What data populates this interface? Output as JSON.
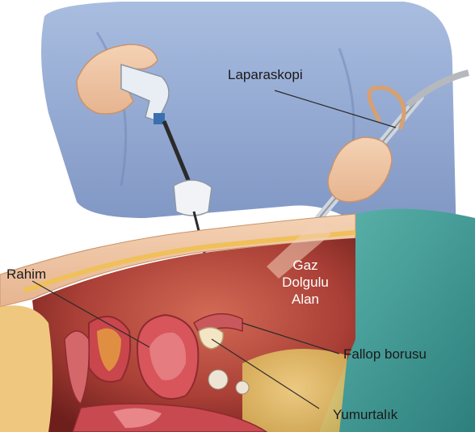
{
  "labels": {
    "laparoscope": "Laparaskopi",
    "uterus": "Rahim",
    "gas_area": [
      "Gaz",
      "Dolgulu",
      "Alan"
    ],
    "fallopian_tube": "Fallop borusu",
    "ovary": "Yumurtalık"
  },
  "colors": {
    "gown": "#8fa6cf",
    "skin": "#f1c7a6",
    "cavity": "#b5463c",
    "drape": "#3f9a95",
    "label_text": "#1a1a1a",
    "leader_line": "#2a2a2a"
  }
}
